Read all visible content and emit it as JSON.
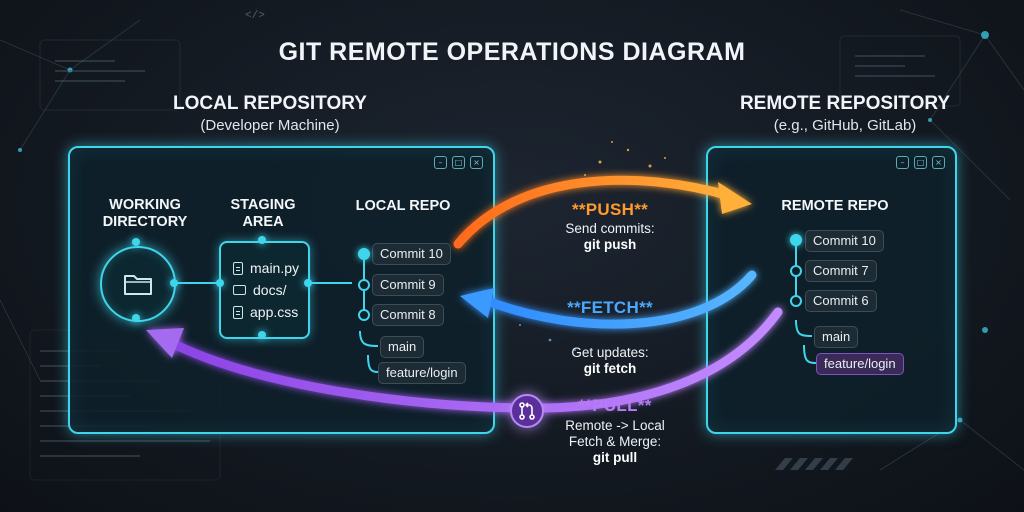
{
  "title": "GIT REMOTE OPERATIONS DIAGRAM",
  "local": {
    "title": "LOCAL REPOSITORY",
    "subtitle": "(Developer Machine)",
    "working_dir_label_1": "WORKING",
    "working_dir_label_2": "DIRECTORY",
    "staging_label_1": "STAGING",
    "staging_label_2": "AREA",
    "local_repo_label": "LOCAL REPO",
    "staged_files": [
      "main.py",
      "docs/",
      "app.css"
    ],
    "commits": [
      "Commit 10",
      "Commit 9",
      "Commit 8"
    ],
    "branches": [
      "main",
      "feature/login"
    ]
  },
  "remote": {
    "title": "REMOTE REPOSITORY",
    "subtitle": "(e.g., GitHub, GitLab)",
    "repo_label": "REMOTE REPO",
    "commits": [
      "Commit 10",
      "Commit 7",
      "Commit 6"
    ],
    "branches": [
      "main",
      "feature/login"
    ]
  },
  "operations": {
    "push": {
      "title": "**PUSH**",
      "desc": "Send commits:",
      "cmd": "git push",
      "color": "#ff9a2e"
    },
    "fetch": {
      "title": "**FETCH**",
      "desc": "Get updates:",
      "cmd": "git fetch",
      "color": "#3aa0ff"
    },
    "pull": {
      "title": "**PULL**",
      "desc_1": "Remote -> Local",
      "desc_2": "Fetch & Merge:",
      "cmd": "git pull",
      "color": "#b57cf5"
    }
  },
  "decor": {
    "code_tag": "</>"
  },
  "icons": {
    "folder": "folder-icon",
    "pull_request": "git-pull-request-icon",
    "window_controls": [
      "minimize-icon",
      "maximize-icon",
      "close-icon"
    ]
  },
  "colors": {
    "accent": "#3fd6ec",
    "push": "#ff9a2e",
    "fetch": "#3aa0ff",
    "pull": "#b57cf5"
  }
}
